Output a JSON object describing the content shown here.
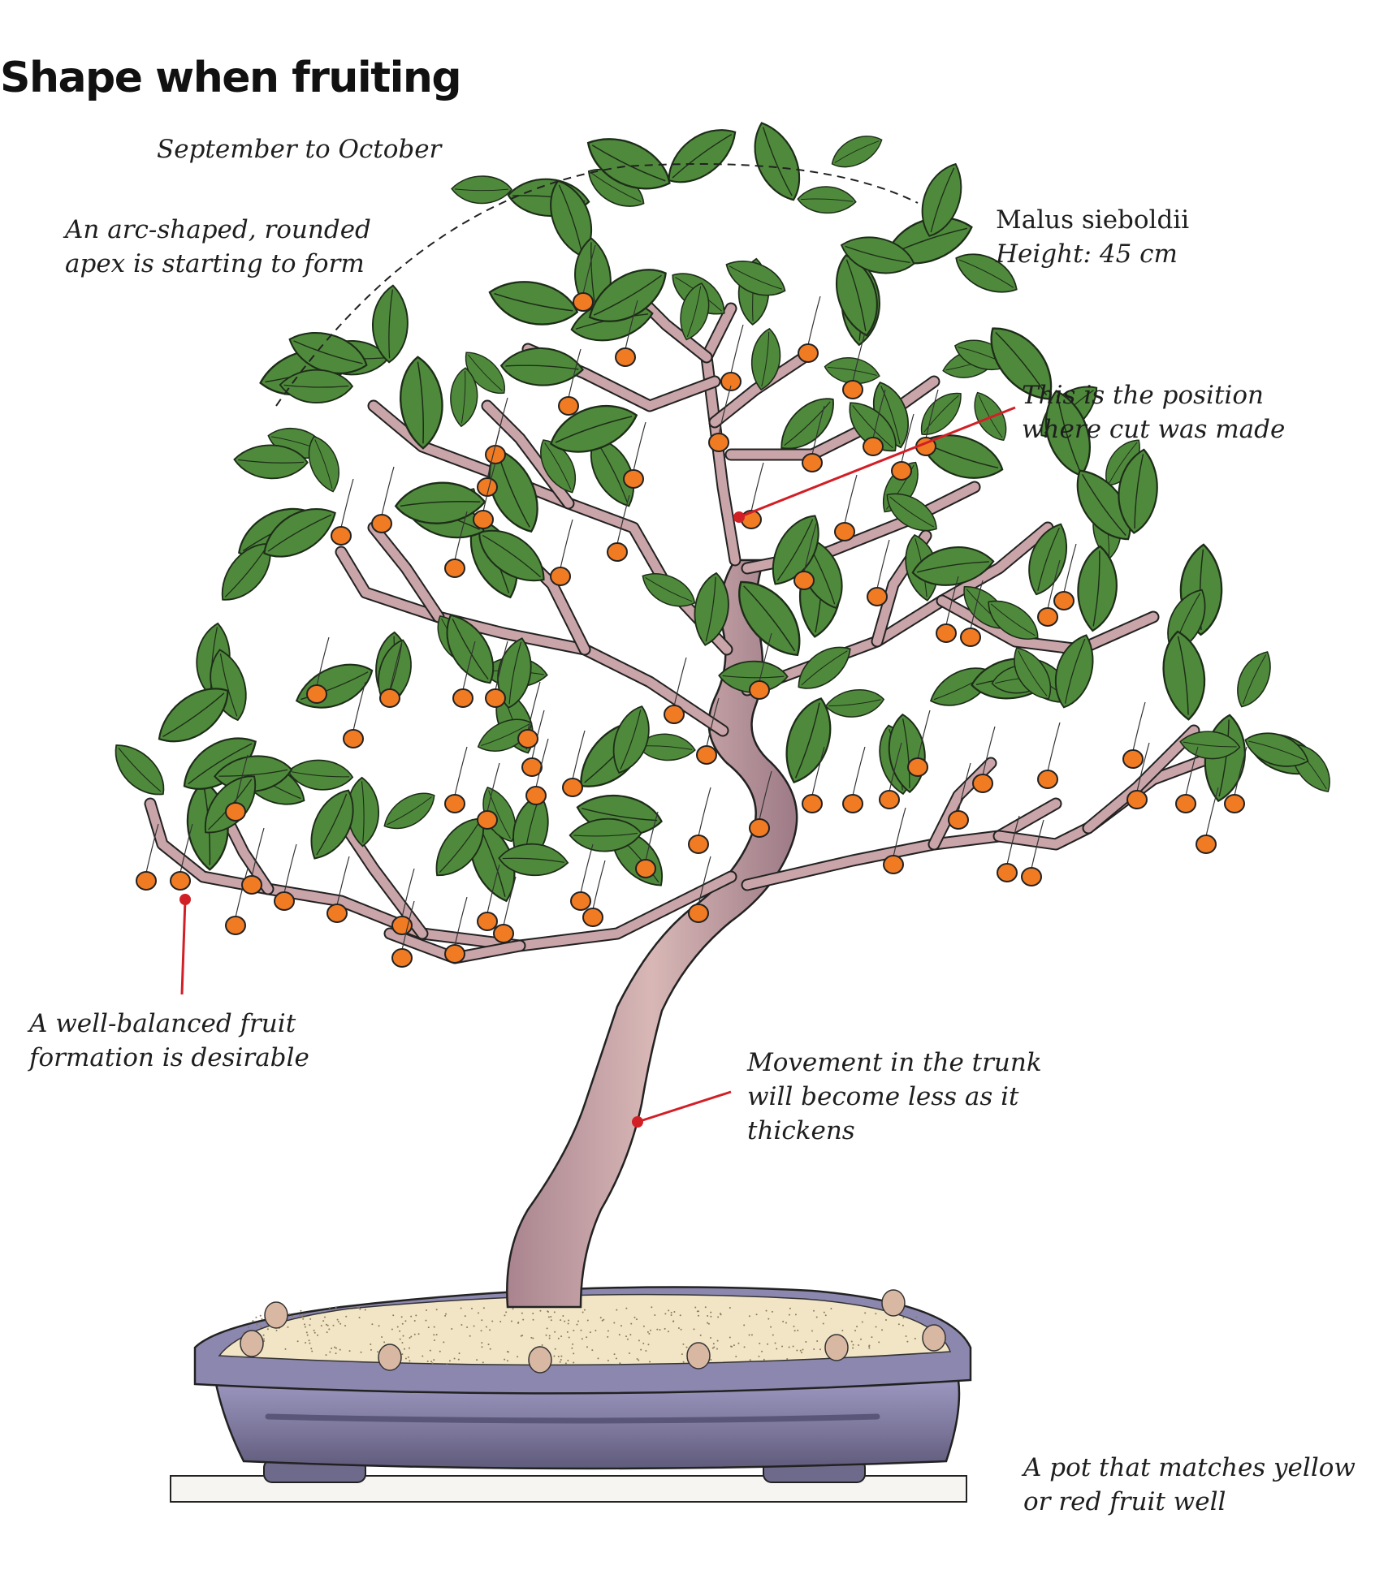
{
  "title": "Shape when fruiting",
  "period": "September to October",
  "specimen": {
    "species": "Malus sieboldii",
    "height": "Height: 45 cm"
  },
  "annotations": {
    "apex": [
      "An arc-shaped, rounded",
      "apex is starting to form"
    ],
    "cut": [
      "This is the position",
      "where cut was made"
    ],
    "fruit": [
      "A well-balanced fruit",
      "formation is desirable"
    ],
    "trunk": [
      "Movement in the trunk",
      "will become less as it",
      "thickens"
    ],
    "pot": [
      "A pot that matches yellow",
      "or red fruit well"
    ]
  },
  "colors": {
    "leaf": "#4f8a3c",
    "leaf_dark": "#2f5e27",
    "fruit": "#f07b23",
    "trunk": "#c9a4a8",
    "pot": "#7d78a0",
    "soil": "#f1e5c5",
    "leader_line": "#d21f26"
  }
}
